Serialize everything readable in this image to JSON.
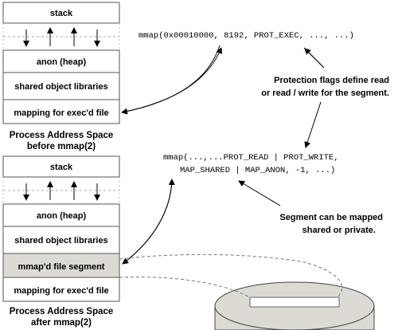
{
  "before": {
    "stack": "stack",
    "heap": "anon (heap)",
    "libs": "shared object libraries",
    "exec": "mapping for exec'd file",
    "caption_line1": "Process Address Space",
    "caption_line2": "before mmap(2)"
  },
  "after": {
    "stack": "stack",
    "heap": "anon (heap)",
    "libs": "shared object libraries",
    "mmap_segment": "mmap'd file segment",
    "exec": "mapping for exec'd file",
    "caption_line1": "Process Address Space",
    "caption_line2": "after mmap(2)"
  },
  "code": {
    "call1": "mmap(0x00010000, 8192, PROT_EXEC, ..., ...)",
    "call2_line1": "mmap(...,...PROT_READ | PROT_WRITE,",
    "call2_line2": "MAP_SHARED | MAP_ANON, -1, ...)"
  },
  "notes": {
    "protection_line1": "Protection  flags define read",
    "protection_line2": "or read / write for the segment.",
    "segment_line1": "Segment can be mapped",
    "segment_line2": "shared or private."
  },
  "colors": {
    "mmap_segment_fill": "#dcdad2",
    "disk_fill": "#dcdad2"
  }
}
